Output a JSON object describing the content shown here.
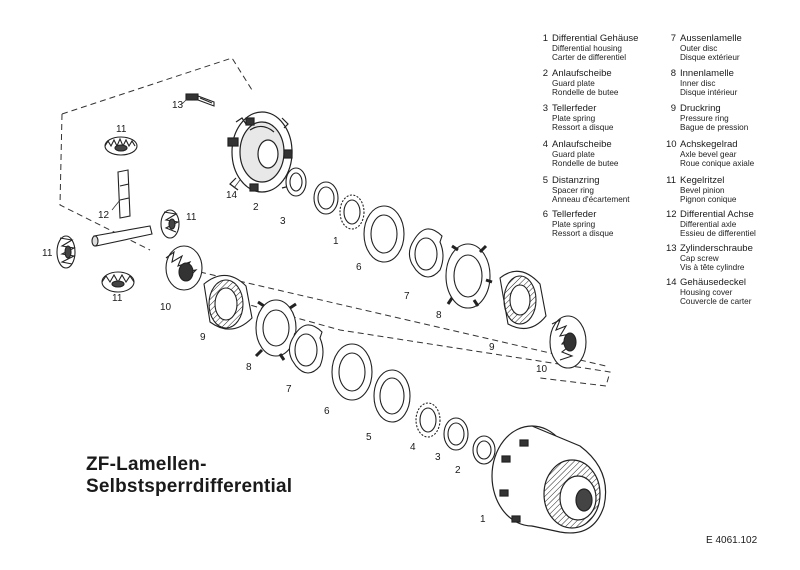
{
  "title": [
    "ZF-Lamellen-",
    "Selbstsperrdifferential"
  ],
  "document_number": "E 4061.102",
  "legend": [
    {
      "num": "1",
      "de": "Differential Gehäuse",
      "en": "Differential housing",
      "fr": "Carter de differentiel"
    },
    {
      "num": "2",
      "de": "Anlaufscheibe",
      "en": "Guard plate",
      "fr": "Rondelle de butee"
    },
    {
      "num": "3",
      "de": "Tellerfeder",
      "en": "Plate spring",
      "fr": "Ressort a disque"
    },
    {
      "num": "4",
      "de": "Anlaufscheibe",
      "en": "Guard plate",
      "fr": "Rondelle de butee"
    },
    {
      "num": "5",
      "de": "Distanzring",
      "en": "Spacer ring",
      "fr": "Anneau d'écartement"
    },
    {
      "num": "6",
      "de": "Tellerfeder",
      "en": "Plate spring",
      "fr": "Ressort a disque"
    },
    {
      "num": "7",
      "de": "Aussenlamelle",
      "en": "Outer disc",
      "fr": "Disque extérieur"
    },
    {
      "num": "8",
      "de": "Innenlamelle",
      "en": "Inner disc",
      "fr": "Disque intérieur"
    },
    {
      "num": "9",
      "de": "Druckring",
      "en": "Pressure ring",
      "fr": "Bague de pression"
    },
    {
      "num": "10",
      "de": "Achskegelrad",
      "en": "Axle bevel gear",
      "fr": "Roue conique axiale"
    },
    {
      "num": "11",
      "de": "Kegelritzel",
      "en": "Bevel pinion",
      "fr": "Pignon conique"
    },
    {
      "num": "12",
      "de": "Differential Achse",
      "en": "Differential axle",
      "fr": "Essieu de differentiel"
    },
    {
      "num": "13",
      "de": "Zylinderschraube",
      "en": "Cap screw",
      "fr": "Vis à tête cylindre"
    },
    {
      "num": "14",
      "de": "Gehäusedeckel",
      "en": "Housing cover",
      "fr": "Couvercle de carter"
    }
  ],
  "callouts": [
    "13",
    "11",
    "14",
    "2",
    "3",
    "1",
    "12",
    "11",
    "11",
    "11",
    "6",
    "10",
    "7",
    "8",
    "9",
    "9",
    "10",
    "8",
    "7",
    "6",
    "5",
    "4",
    "3",
    "2",
    "1"
  ]
}
